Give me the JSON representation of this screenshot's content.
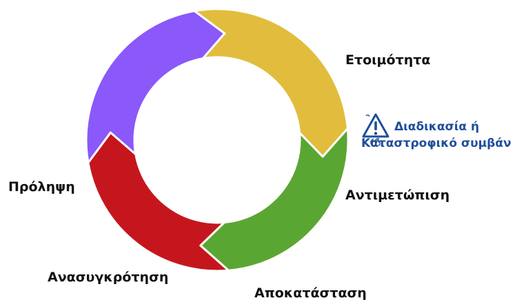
{
  "diagram": {
    "colors": {
      "readiness": "#e2bd3d",
      "response": "#5aa632",
      "restoration": "#5aa632",
      "reconstruction": "#c5161d",
      "prevention": "#8b58fa",
      "event_text": "#1f4e9a",
      "border": "#ffffff"
    },
    "labels": {
      "readiness": "Ετοιμότητα",
      "response": "Αντιμετώπιση",
      "restoration": "Αποκατάσταση",
      "reconstruction": "Ανασυγκρότηση",
      "prevention": "Πρόληψη"
    },
    "event": {
      "line1": "Διαδικασία ή",
      "line2": "Καταστροφικό συμβάν",
      "icon": "warning-hazard-icon"
    }
  }
}
